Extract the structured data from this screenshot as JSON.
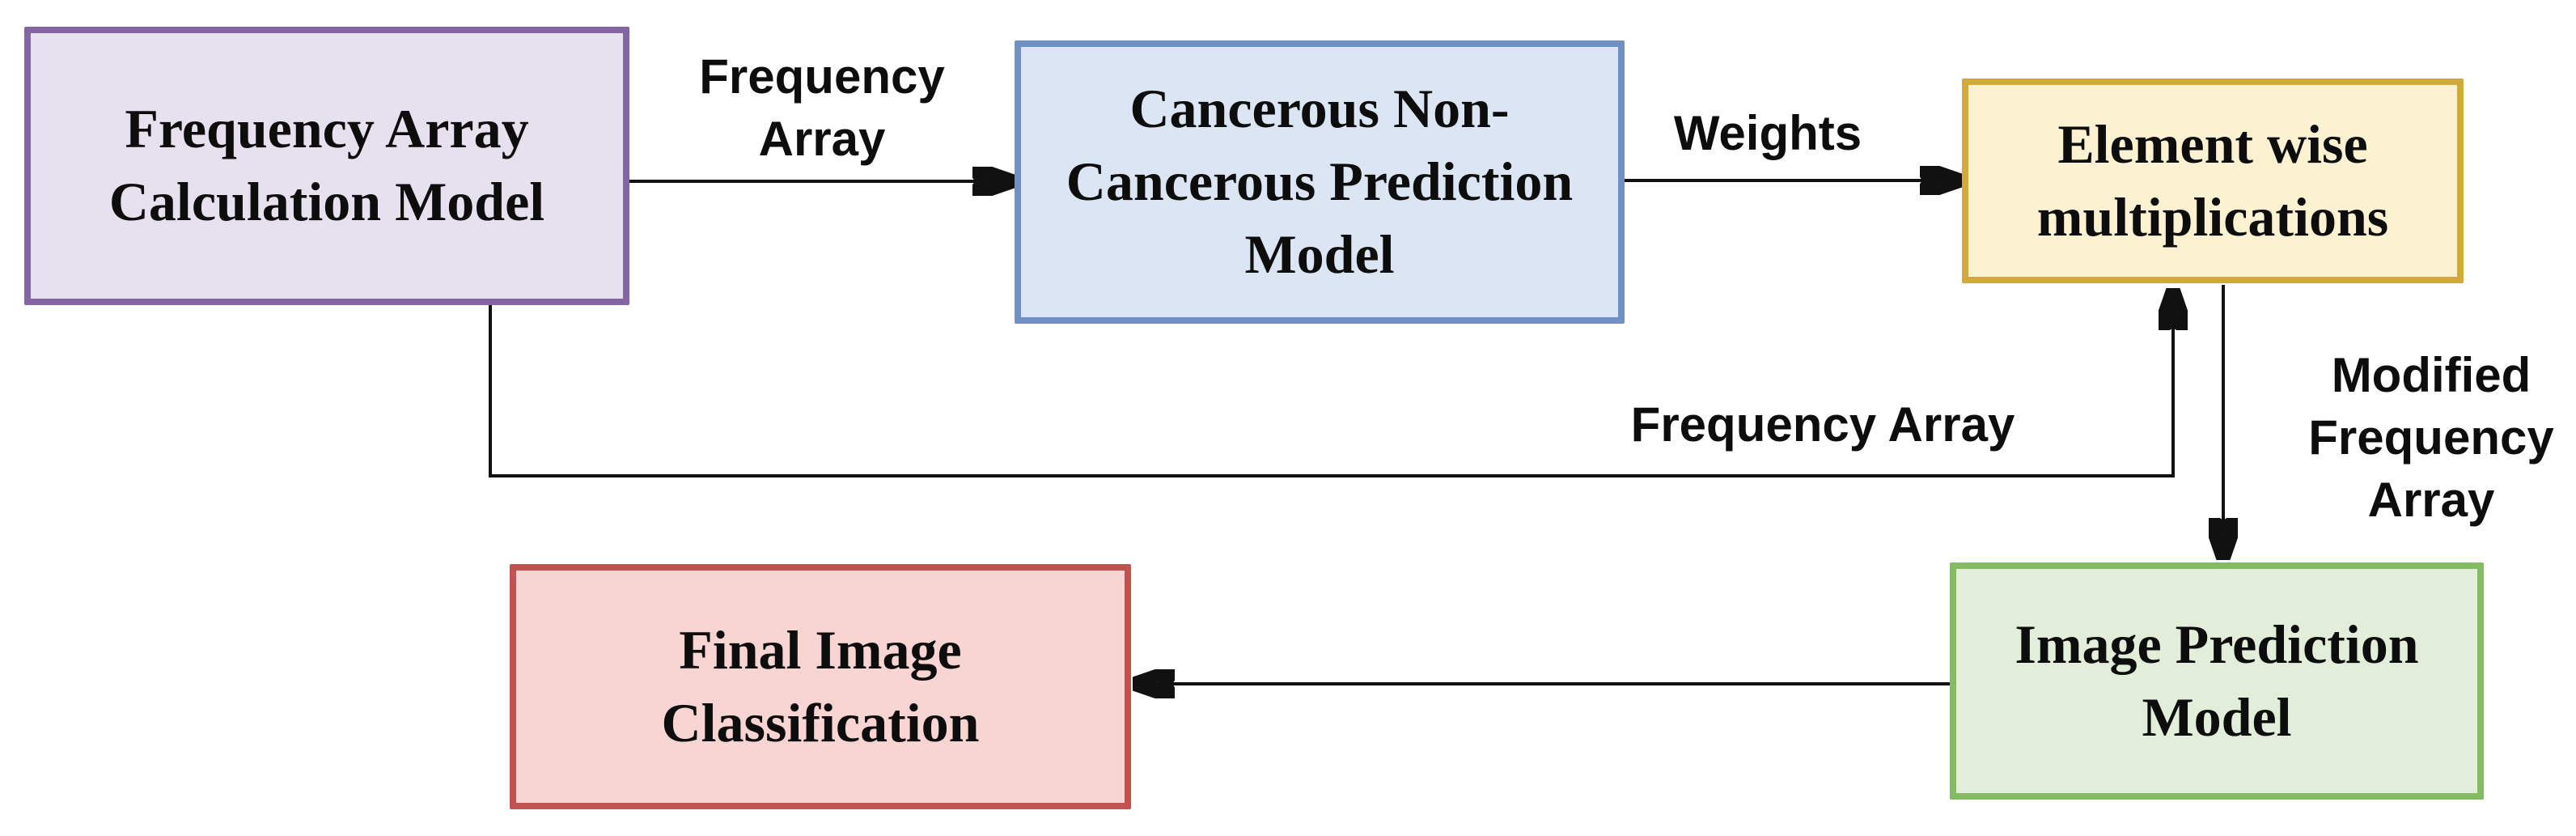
{
  "diagram": {
    "background_color": "#ffffff",
    "line_color": "#111111",
    "text_color": "#0d0d0d",
    "nodes": [
      {
        "id": "frequency-array-calculation-model",
        "label": "Frequency Array\nCalculation Model",
        "border_color": "#8465A4",
        "fill_color": "#E7E0EE"
      },
      {
        "id": "cancerous-non-cancerous-prediction-model",
        "label": "Cancerous Non-\nCancerous Prediction\nModel",
        "border_color": "#7191C5",
        "fill_color": "#DBE5F3"
      },
      {
        "id": "element-wise-multiplications",
        "label": "Element wise\nmultiplications",
        "border_color": "#D1A93D",
        "fill_color": "#FCF2D2"
      },
      {
        "id": "image-prediction-model",
        "label": "Image Prediction\nModel",
        "border_color": "#85BB63",
        "fill_color": "#E2EED9"
      },
      {
        "id": "final-image-classification",
        "label": "Final Image\nClassification",
        "border_color": "#BF534F",
        "fill_color": "#F8D4D3"
      }
    ],
    "edges": [
      {
        "id": "frequency-array-to-prediction",
        "from": "frequency-array-calculation-model",
        "to": "cancerous-non-cancerous-prediction-model",
        "label": "Frequency\nArray"
      },
      {
        "id": "weights",
        "from": "cancerous-non-cancerous-prediction-model",
        "to": "element-wise-multiplications",
        "label": "Weights"
      },
      {
        "id": "frequency-array-bypass",
        "from": "frequency-array-calculation-model",
        "to": "element-wise-multiplications",
        "label": "Frequency Array"
      },
      {
        "id": "modified-frequency-array",
        "from": "element-wise-multiplications",
        "to": "image-prediction-model",
        "label": "Modified\nFrequency\nArray"
      },
      {
        "id": "prediction-to-final",
        "from": "image-prediction-model",
        "to": "final-image-classification",
        "label": ""
      }
    ]
  }
}
